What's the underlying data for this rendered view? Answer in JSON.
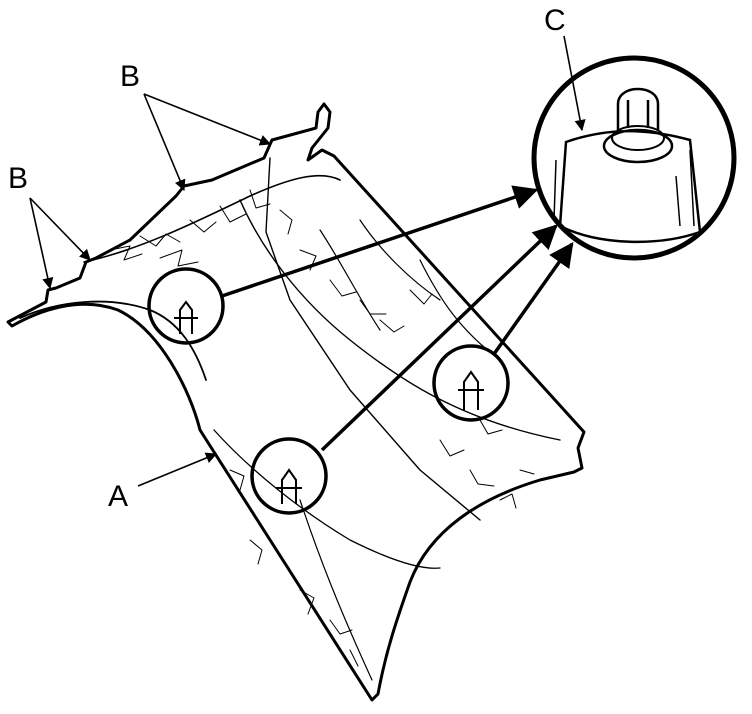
{
  "diagram": {
    "callouts": {
      "a": "A",
      "b_left": "B",
      "b_top": "B",
      "c": "C"
    },
    "colors": {
      "line": "#000000",
      "background": "#ffffff"
    }
  }
}
